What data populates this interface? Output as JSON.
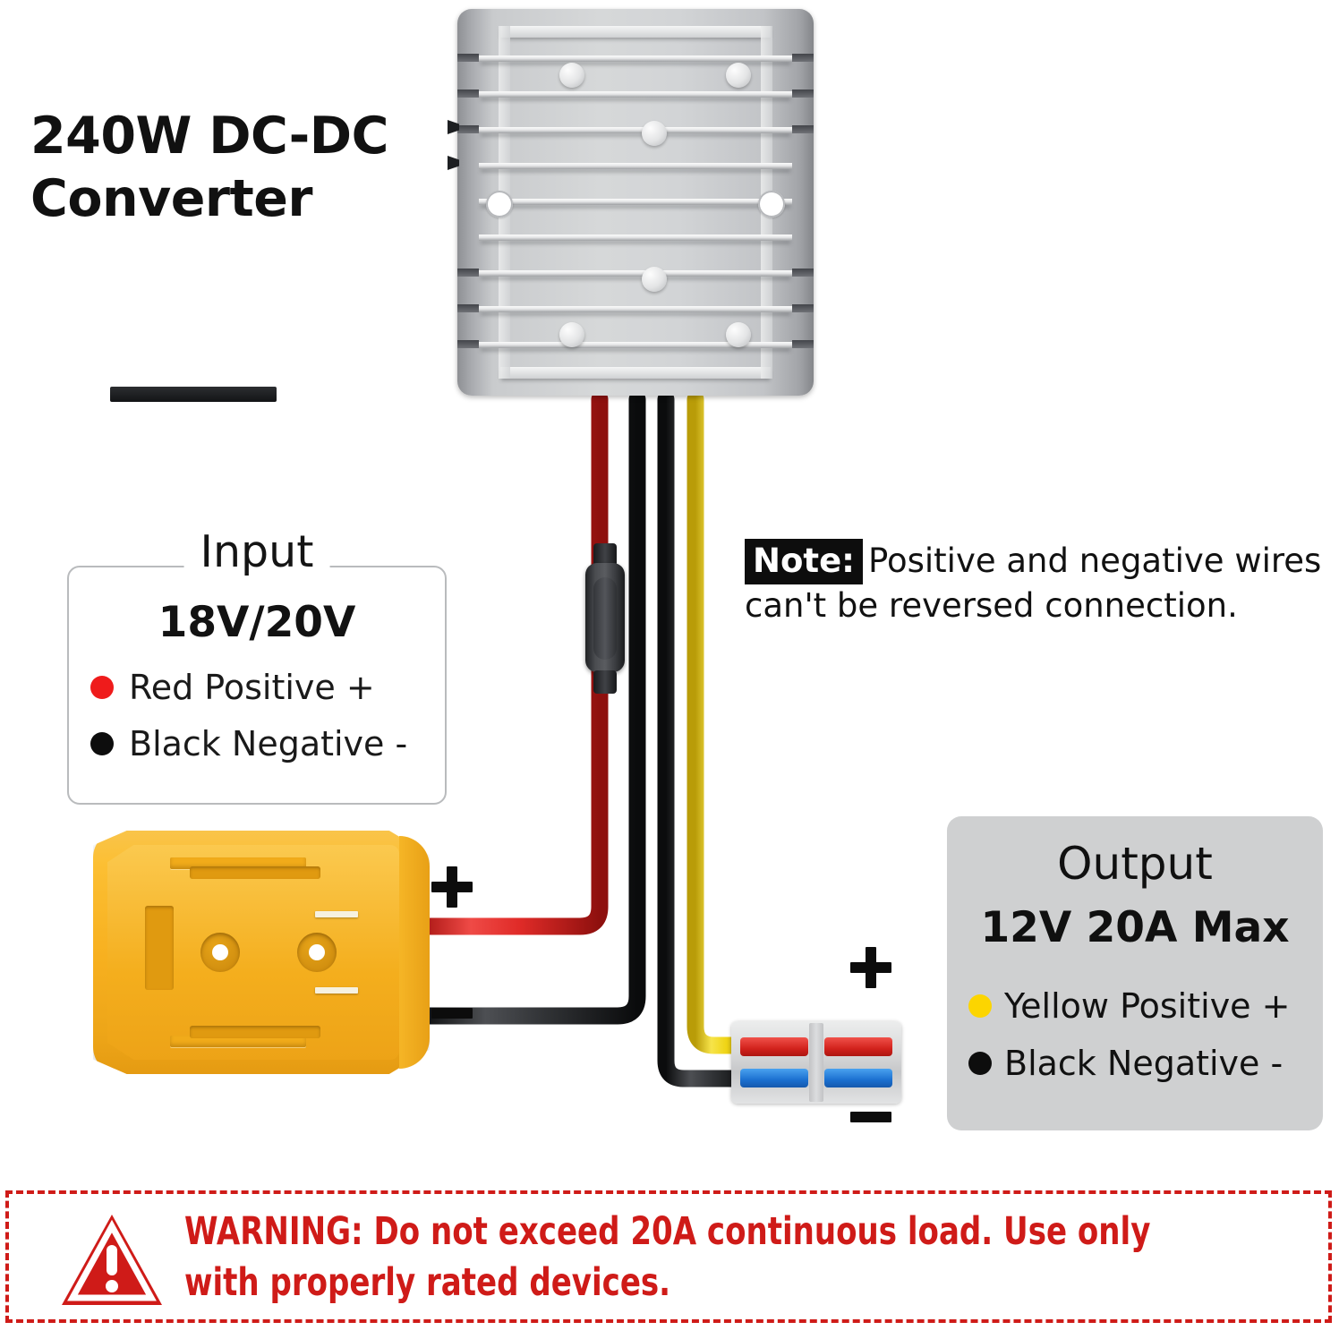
{
  "title": "240W DC-DC Converter",
  "note": {
    "tag": "Note:",
    "line1": "Positive and negative wires",
    "line2": "can't be reversed connection."
  },
  "input_panel": {
    "legend": "Input",
    "voltage": "18V/20V",
    "rows": [
      {
        "label": "Red Positive +",
        "color": "#ef1b1b",
        "dot_name": "red-dot"
      },
      {
        "label": "Black Negative -",
        "color": "#0d0d0d",
        "dot_name": "black-dot"
      }
    ]
  },
  "output_panel": {
    "title": "Output",
    "spec": "12V 20A Max",
    "bg_color": "#cfd0d1",
    "rows": [
      {
        "label": "Yellow Positive +",
        "color": "#fcd500",
        "dot_name": "yellow-dot"
      },
      {
        "label": "Black Negative -",
        "color": "#0d0d0d",
        "dot_name": "black-dot"
      }
    ]
  },
  "polarity_marks": {
    "battery_plus": "+",
    "battery_minus": "−",
    "output_plus": "+",
    "output_minus": "−"
  },
  "warning": {
    "line1": "WARNING: Do not exceed 20A continuous load. Use only",
    "line2": "with properly rated devices.",
    "color": "#cf1b18",
    "icon": "warning-triangle-icon"
  },
  "components": {
    "converter": "dc-dc-converter-module",
    "fuse": "inline-fuse-holder",
    "adapter": "battery-adapter-yellow",
    "connector": "quick-wire-connector"
  },
  "wire_colors": {
    "red": "#e02b28",
    "black": "#232427",
    "yellow": "#efd416"
  }
}
